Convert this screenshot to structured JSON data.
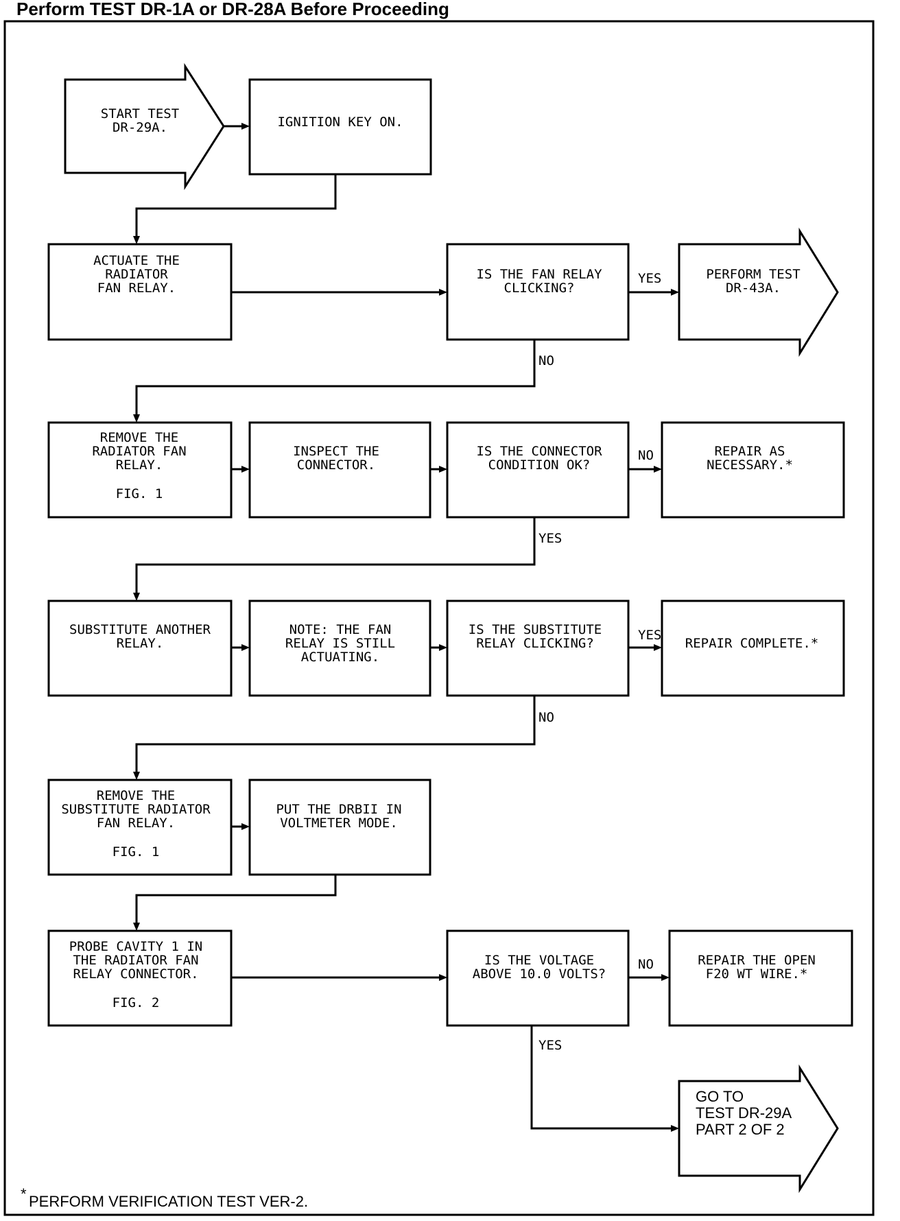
{
  "header": {
    "title": "Perform TEST DR-1A or DR-28A Before Proceeding"
  },
  "nodes": {
    "start": {
      "lines": [
        "START TEST",
        "DR-29A."
      ]
    },
    "ignition": {
      "lines": [
        "IGNITION KEY ON."
      ]
    },
    "actuate": {
      "lines": [
        "ACTUATE THE",
        "RADIATOR",
        "FAN RELAY."
      ]
    },
    "q_clicking": {
      "lines": [
        "IS THE FAN RELAY",
        "CLICKING?"
      ]
    },
    "perform43": {
      "lines": [
        "PERFORM TEST",
        "DR-43A."
      ]
    },
    "remove_relay": {
      "lines": [
        "REMOVE THE",
        "RADIATOR FAN",
        "RELAY."
      ],
      "fig": "FIG. 1"
    },
    "inspect": {
      "lines": [
        "INSPECT THE",
        "CONNECTOR."
      ]
    },
    "q_connector": {
      "lines": [
        "IS THE CONNECTOR",
        "CONDITION OK?"
      ]
    },
    "repair_necessary": {
      "lines": [
        "REPAIR AS",
        "NECESSARY.*"
      ]
    },
    "substitute": {
      "lines": [
        "SUBSTITUTE ANOTHER",
        "RELAY."
      ]
    },
    "note": {
      "lines": [
        "NOTE: THE FAN",
        "RELAY IS STILL",
        "ACTUATING."
      ]
    },
    "q_substitute": {
      "lines": [
        "IS THE SUBSTITUTE",
        "RELAY CLICKING?"
      ]
    },
    "repair_complete": {
      "lines": [
        "REPAIR COMPLETE.*"
      ]
    },
    "remove_sub": {
      "lines": [
        "REMOVE THE",
        "SUBSTITUTE RADIATOR",
        "FAN RELAY."
      ],
      "fig": "FIG. 1"
    },
    "drbii": {
      "lines": [
        "PUT THE DRBII IN",
        "VOLTMETER MODE."
      ]
    },
    "probe": {
      "lines": [
        "PROBE CAVITY 1 IN",
        "THE RADIATOR FAN",
        "RELAY CONNECTOR."
      ],
      "fig": "FIG. 2"
    },
    "q_voltage": {
      "lines": [
        "IS THE VOLTAGE",
        "ABOVE 10.0 VOLTS?"
      ]
    },
    "repair_open": {
      "lines": [
        "REPAIR THE OPEN",
        "F20 WT WIRE.*"
      ]
    },
    "goto": {
      "lines": [
        "GO TO",
        "TEST DR-29A",
        "PART 2 OF 2"
      ]
    }
  },
  "labels": {
    "yes_clicking": "YES",
    "no_clicking": "NO",
    "no_connector": "NO",
    "yes_connector": "YES",
    "yes_substitute": "YES",
    "no_substitute": "NO",
    "no_voltage": "NO",
    "yes_voltage": "YES"
  },
  "footnote": {
    "mark": "*",
    "text": "PERFORM VERIFICATION TEST VER-2."
  }
}
